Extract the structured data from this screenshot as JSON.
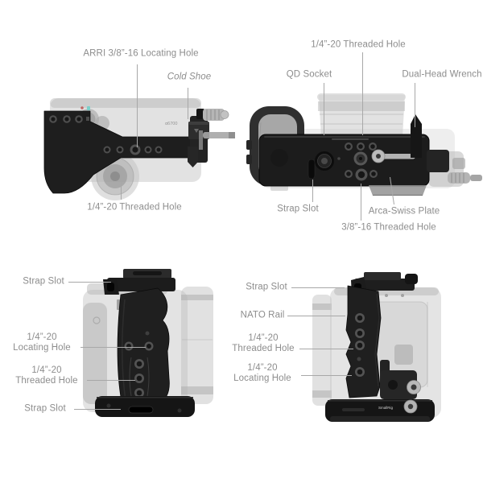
{
  "colors": {
    "background": "#ffffff",
    "label_text": "#8d8d8d",
    "leader_line": "#a8a8a8",
    "cage_black": "#1e1e1e",
    "camera_gray": "#c9c9c9",
    "silver": "#b5b5b5",
    "teal_accent": "#6fd0ca"
  },
  "front_view": {
    "arri_locating_hole": "ARRI 3/8”-16 Locating Hole",
    "cold_shoe": "Cold Shoe",
    "threaded_hole": "1/4”-20 Threaded Hole",
    "camera_marking": "α6700"
  },
  "bottom_view": {
    "threaded_hole": "1/4”-20 Threaded Hole",
    "qd_socket": "QD Socket",
    "dual_head_wrench": "Dual-Head Wrench",
    "strap_slot": "Strap Slot",
    "arca_swiss_plate": "Arca-Swiss Plate",
    "three_eighths_threaded_hole": "3/8”-16 Threaded Hole"
  },
  "left_side_view": {
    "strap_slot_top": "Strap Slot",
    "locating_hole_line1": "1/4”-20",
    "locating_hole_line2": "Locating Hole",
    "threaded_hole_line1": "1/4”-20",
    "threaded_hole_line2": "Threaded Hole",
    "strap_slot_bottom": "Strap Slot"
  },
  "right_side_view": {
    "strap_slot": "Strap Slot",
    "nato_rail": "NATO Rail",
    "threaded_hole_line1": "1/4”-20",
    "threaded_hole_line2": "Threaded Hole",
    "locating_hole_line1": "1/4”-20",
    "locating_hole_line2": "Locating Hole",
    "brand_engraving": "SmallRig"
  }
}
